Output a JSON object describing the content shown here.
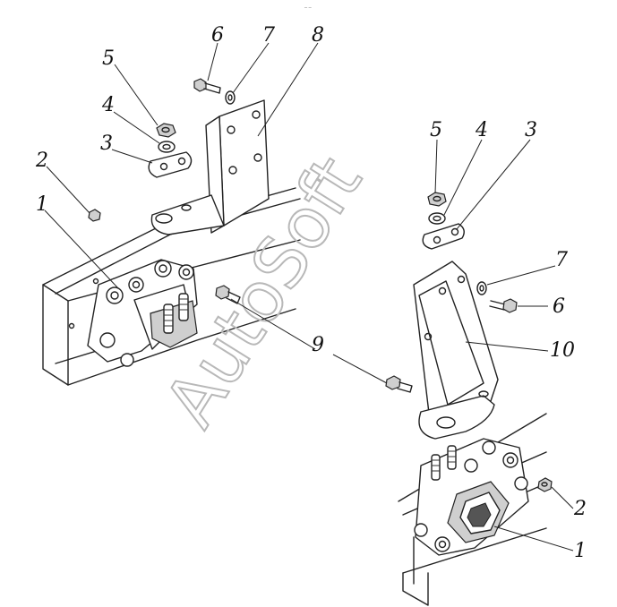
{
  "watermark": "AutoSoft",
  "top_mark": "─ ─",
  "callouts": {
    "c1a": "1",
    "c2a": "2",
    "c3a": "3",
    "c4a": "4",
    "c5a": "5",
    "c6a": "6",
    "c7a": "7",
    "c8": "8",
    "c5b": "5",
    "c4b": "4",
    "c3b": "3",
    "c7b": "7",
    "c6b": "6",
    "c9": "9",
    "c10": "10",
    "c2b": "2",
    "c1b": "1"
  }
}
